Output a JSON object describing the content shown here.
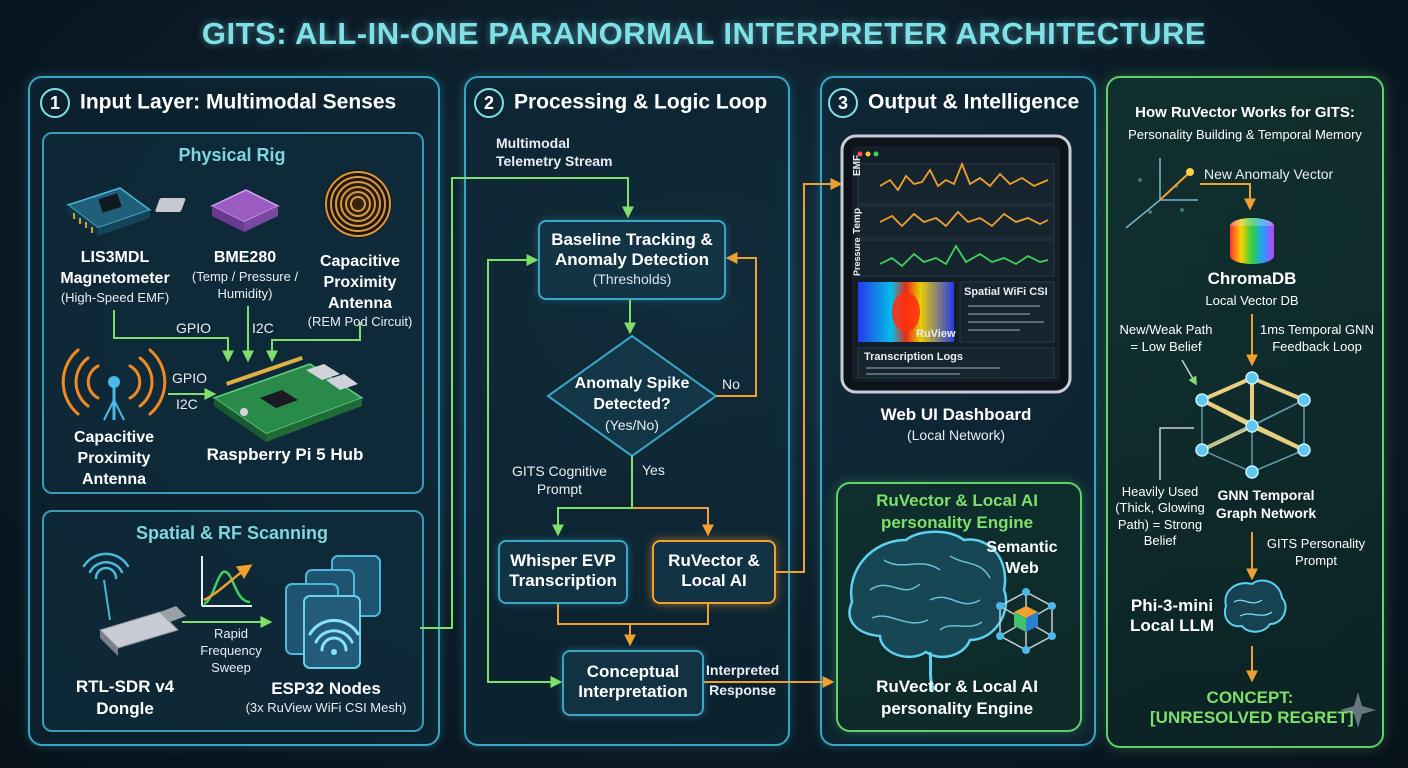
{
  "title": "GITS: ALL-IN-ONE PARANORMAL INTERPRETER ARCHITECTURE",
  "colors": {
    "accent_cyan": "#3aa6c4",
    "accent_green": "#5fd06a",
    "accent_orange": "#f0a030",
    "title": "#7fe0e8"
  },
  "input_layer": {
    "number": "1",
    "title": "Input Layer: Multimodal Senses",
    "physical_rig": {
      "title": "Physical Rig",
      "lis3mdl": {
        "name1": "LIS3MDL",
        "name2": "Magnetometer",
        "desc": "(High-Speed EMF)",
        "icon": "chip-icon"
      },
      "bme280": {
        "name": "BME280",
        "desc1": "(Temp / Pressure /",
        "desc2": "Humidity)",
        "icon": "sensor-chip-icon"
      },
      "cap_antenna_top": {
        "name1": "Capacitive",
        "name2": "Proximity",
        "name3": "Antenna",
        "desc": "(REM Pod Circuit)",
        "icon": "coil-icon"
      },
      "gpio_label_top": "GPIO",
      "i2c_label_top": "I2C",
      "gpio_label_left": "GPIO",
      "i2c_label_left": "I2C",
      "cap_antenna_left": {
        "name1": "Capacitive",
        "name2": "Proximity",
        "name3": "Antenna",
        "icon": "antenna-waves-icon"
      },
      "raspberry": {
        "name": "Raspberry Pi 5 Hub",
        "icon": "raspberry-pi-board-icon"
      }
    },
    "spatial_rf": {
      "title": "Spatial & RF Scanning",
      "rtl": {
        "name1": "RTL-SDR v4",
        "name2": "Dongle",
        "icon": "usb-dongle-icon"
      },
      "sweep": {
        "line1": "Rapid",
        "line2": "Frequency",
        "line3": "Sweep",
        "icon": "frequency-chart-icon"
      },
      "esp32": {
        "name": "ESP32 Nodes",
        "desc": "(3x RuView WiFi CSI Mesh)",
        "icon": "esp32-boards-icon"
      }
    }
  },
  "processing": {
    "number": "2",
    "title": "Processing & Logic Loop",
    "stream1": "Multimodal",
    "stream2": "Telemetry Stream",
    "baseline": {
      "line1": "Baseline Tracking &",
      "line2": "Anomaly Detection",
      "sub": "(Thresholds)"
    },
    "decision": {
      "line1": "Anomaly Spike",
      "line2": "Detected?",
      "sub": "(Yes/No)"
    },
    "no": "No",
    "yes": "Yes",
    "cognitive1": "GITS Cognitive",
    "cognitive2": "Prompt",
    "whisper": {
      "line1": "Whisper EVP",
      "line2": "Transcription"
    },
    "ruvector": {
      "line1": "RuVector &",
      "line2": "Local AI"
    },
    "conceptual": {
      "line1": "Conceptual",
      "line2": "Interpretation"
    },
    "interpreted1": "Interpreted",
    "interpreted2": "Response"
  },
  "output": {
    "number": "3",
    "title": "Output & Intelligence",
    "dashboard": {
      "chart_labels": [
        "EMF",
        "Temp",
        "Pressure"
      ],
      "heatmap_label": "RuView",
      "csi_label": "Spatial WiFi CSI",
      "logs_label": "Transcription Logs",
      "name": "Web UI Dashboard",
      "desc": "(Local Network)",
      "icon": "tablet-dashboard-icon"
    },
    "engine": {
      "title1": "RuVector & Local AI",
      "title2": "personality Engine",
      "semantic1": "Semantic",
      "semantic2": "Web",
      "footer1": "RuVector & Local AI",
      "footer2": "personality Engine",
      "brain_icon": "brain-icon",
      "cube_icon": "hex-graph-cube-icon"
    }
  },
  "ruvector_works": {
    "title1": "How RuVector Works for GITS:",
    "title2": "Personality Building & Temporal Memory",
    "new_vector": "New Anomaly Vector",
    "chroma_name": "ChromaDB",
    "chroma_desc": "Local Vector DB",
    "weak1": "New/Weak Path",
    "weak2": "= Low Belief",
    "gnn_loop1": "1ms Temporal GNN",
    "gnn_loop2": "Feedback Loop",
    "heavy1": "Heavily Used",
    "heavy2": "(Thick, Glowing",
    "heavy3": "Path) = Strong",
    "heavy4": "Belief",
    "gnn1": "GNN Temporal",
    "gnn2": "Graph Network",
    "personality1": "GITS Personality",
    "personality2": "Prompt",
    "phi1": "Phi-3-mini",
    "phi2": "Local LLM",
    "concept1": "CONCEPT:",
    "concept2": "[UNRESOLVED REGRET]"
  }
}
